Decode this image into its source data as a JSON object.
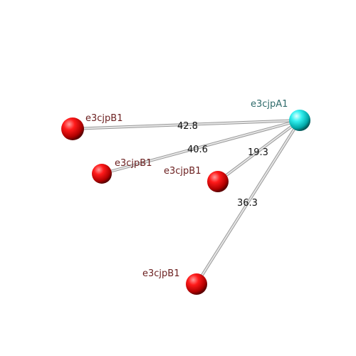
{
  "hub": {
    "label": "e3cjpA1",
    "color": "#33e6e6",
    "label_color": "#2f6b6b"
  },
  "satellites": [
    {
      "label": "e3cjpB1",
      "distance": "42.8"
    },
    {
      "label": "e3cjpB1",
      "distance": "40.6"
    },
    {
      "label": "e3cjpB1",
      "distance": "19.3"
    },
    {
      "label": "e3cjpB1",
      "distance": "36.3"
    }
  ],
  "satellite_color": "#ff1a1a",
  "satellite_label_color": "#6b1f1f",
  "edge_color": "#c8c8c8"
}
